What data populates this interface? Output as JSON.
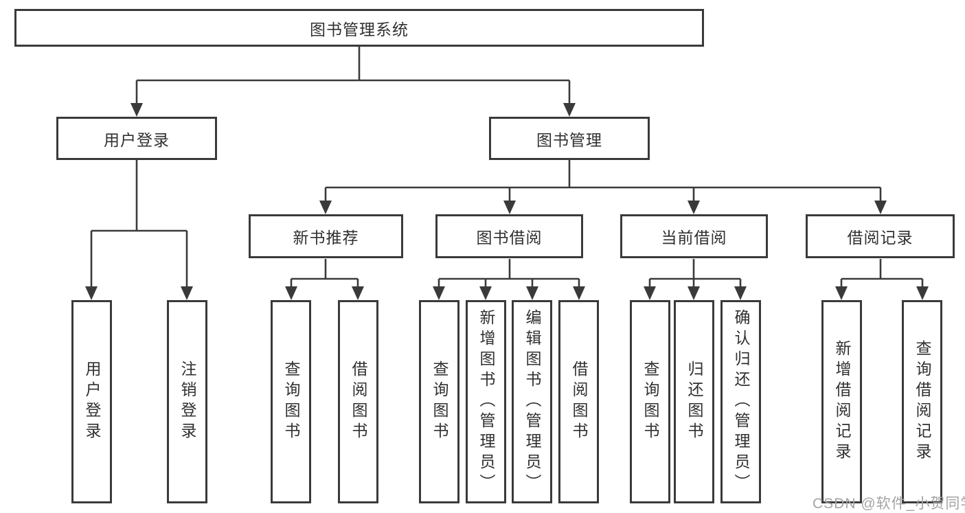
{
  "diagram": {
    "title": "图书管理系统",
    "root": {
      "label": "图书管理系统"
    },
    "level2": [
      {
        "label": "用户登录"
      },
      {
        "label": "图书管理"
      }
    ],
    "level3": [
      {
        "label": "新书推荐"
      },
      {
        "label": "图书借阅"
      },
      {
        "label": "当前借阅"
      },
      {
        "label": "借阅记录"
      }
    ],
    "leaves": [
      {
        "label": "用户登录",
        "parent": "用户登录"
      },
      {
        "label": "注销登录",
        "parent": "用户登录"
      },
      {
        "label": "查询图书",
        "parent": "新书推荐"
      },
      {
        "label": "借阅图书",
        "parent": "新书推荐"
      },
      {
        "label": "查询图书",
        "parent": "图书借阅"
      },
      {
        "label": "新增图书（管理员）",
        "parent": "图书借阅"
      },
      {
        "label": "编辑图书（管理员）",
        "parent": "图书借阅"
      },
      {
        "label": "借阅图书",
        "parent": "图书借阅"
      },
      {
        "label": "查询图书",
        "parent": "当前借阅"
      },
      {
        "label": "归还图书",
        "parent": "当前借阅"
      },
      {
        "label": "确认归还（管理员）",
        "parent": "当前借阅"
      },
      {
        "label": "新增借阅记录",
        "parent": "借阅记录"
      },
      {
        "label": "查询借阅记录",
        "parent": "借阅记录"
      }
    ],
    "watermark": "CSDN @软件_小贺同学",
    "colors": {
      "line": "#3a3a3a",
      "box_border": "#3a3a3a",
      "text": "#303030",
      "watermark": "#a3a3a3",
      "background": "#ffffff"
    }
  }
}
